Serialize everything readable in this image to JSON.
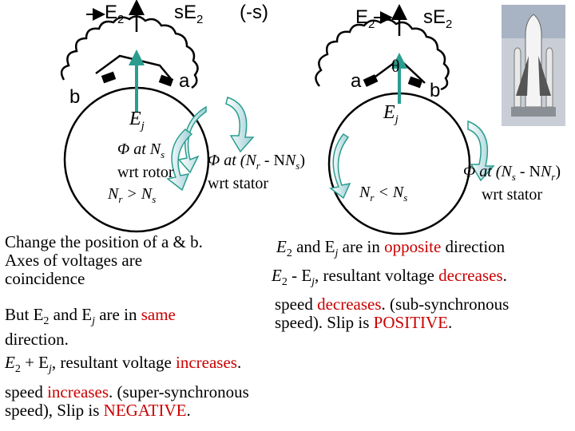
{
  "left_diagram": {
    "e2": "E",
    "se2": "sE",
    "minus_s": "(-s)",
    "a": "a",
    "b": "b",
    "ej": "E",
    "flux_line1": "Φ at N",
    "flux_line2": "wrt rotor",
    "nr_gt_ns": "N",
    "nr_gt_ns_op": " > N",
    "flux_stator_line1": "Φ at (N",
    "flux_stator_mid": " - N",
    "flux_stator_end": ")",
    "flux_stator_line2": "wrt stator"
  },
  "right_diagram": {
    "e2": "E",
    "se2": "sE",
    "theta": "θ",
    "a": "a",
    "b": "b",
    "ej": "E",
    "nr_lt_ns": "N",
    "nr_lt_ns_op": " < N",
    "flux_line1": "Φ at (N",
    "flux_mid": " - N",
    "flux_end": ")",
    "flux_line2": "wrt stator"
  },
  "subscripts": {
    "two": "2",
    "j": "j",
    "s": "s",
    "r": "r"
  },
  "left_text": {
    "p1_line1": "Change the position of a & b.",
    "p1_line2": "Axes of voltages are",
    "p1_line3": "coincidence",
    "p2_prefix": "But E",
    "p2_and": " and E",
    "p2_mid": " are in ",
    "p2_same": "same",
    "p2_line2": "direction.",
    "p3_a": "E",
    "p3_b": " + E",
    "p3_c": ", resultant voltage ",
    "p3_increases": "increases",
    "p3_end": ".",
    "p4_a": "speed ",
    "p4_increases": "increases",
    "p4_b": ". (super-synchronous",
    "p4_line2": "speed), Slip is ",
    "p4_negative": "NEGATIVE",
    "p4_end": "."
  },
  "right_text": {
    "p1_a": "E",
    "p1_b": " and E",
    "p1_c": " are in ",
    "p1_opposite": "opposite",
    "p1_d": " direction",
    "p2_a": "E",
    "p2_b": " - E",
    "p2_c": ", resultant voltage ",
    "p2_decreases": "decreases",
    "p2_end": ".",
    "p3_a": "speed ",
    "p3_decreases": "decreases",
    "p3_b": ". (sub-synchronous",
    "p3_line2": "speed). Slip is ",
    "p3_positive": "POSITIVE",
    "p3_end": "."
  },
  "colors": {
    "accent_red": "#cc0000",
    "teal": "#2a9d8f",
    "arrow_fill": "#d8ecee"
  },
  "icons": [
    "shuttle-icon",
    "curved-arrow-icon"
  ]
}
